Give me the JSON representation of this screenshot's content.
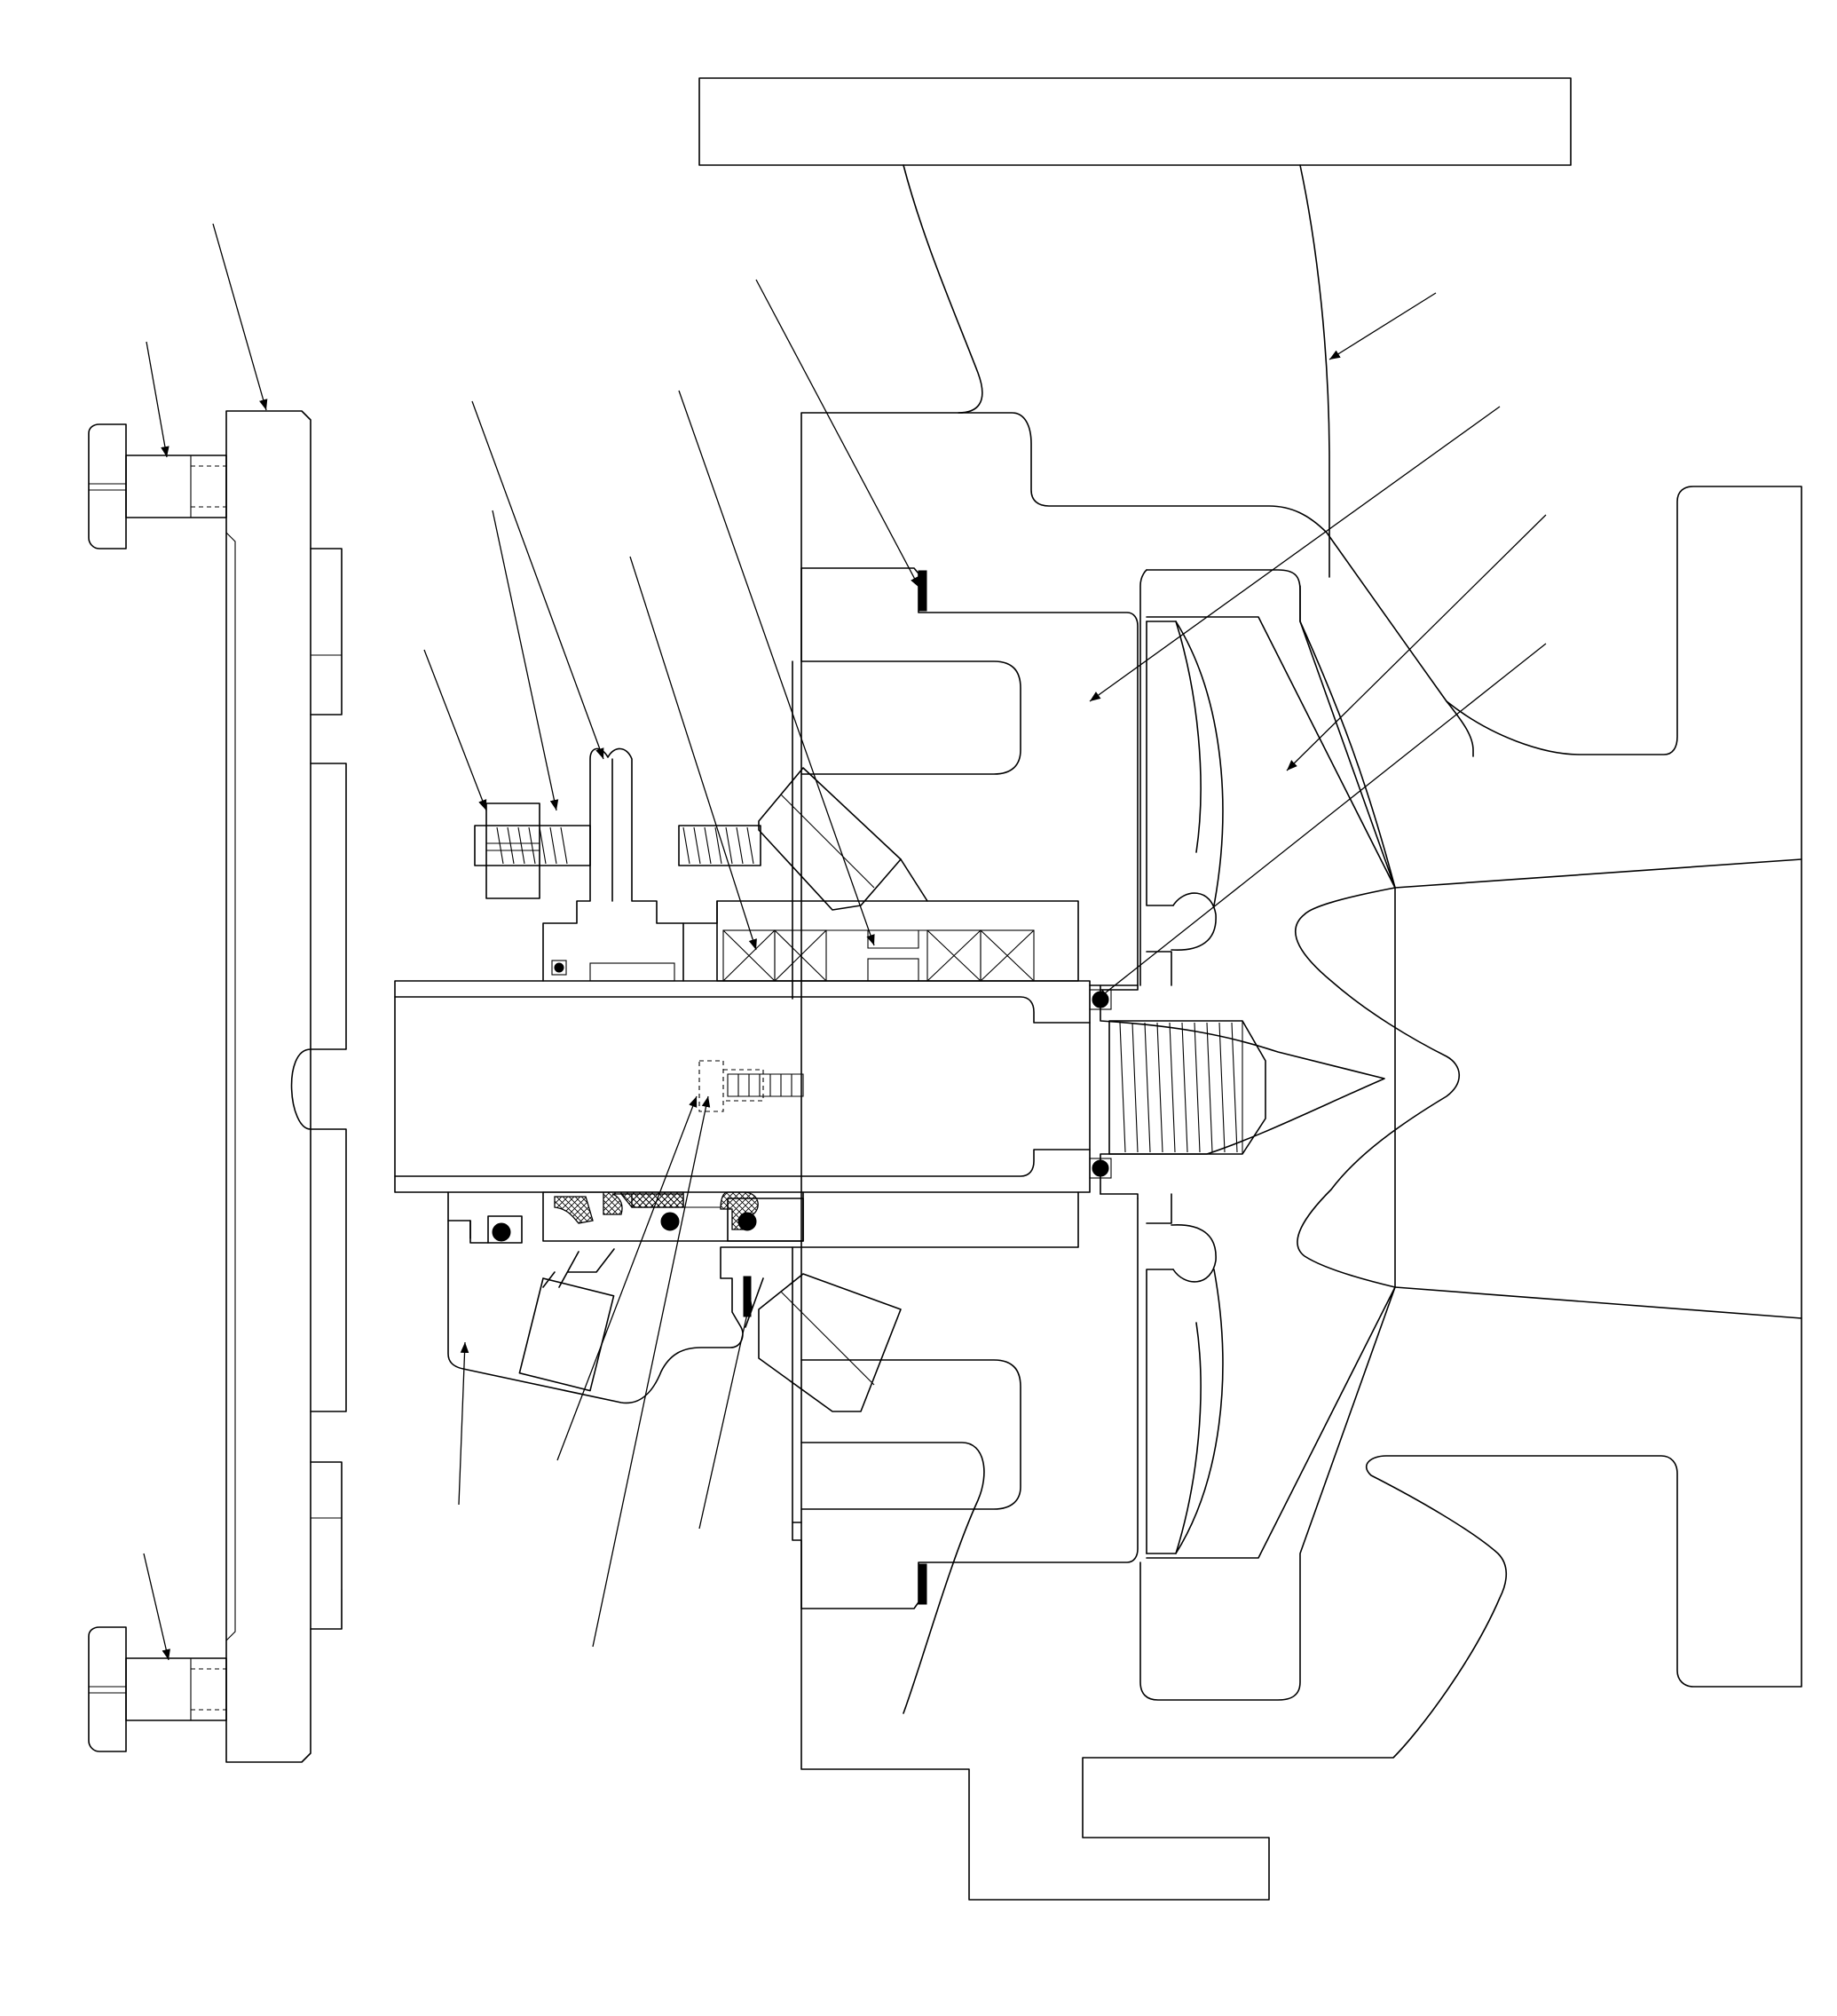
{
  "drawing": {
    "view": "pump-mechanical-seal-cross-section",
    "line_color": "#000000",
    "background_color": "#ffffff",
    "leaders": [
      {
        "name": "leader-flange-bolt-top",
        "target": "bolt-top"
      },
      {
        "name": "leader-cover-plate",
        "target": "cover-plate"
      },
      {
        "name": "leader-gland-stud-nut",
        "target": "gland-nut"
      },
      {
        "name": "leader-gland-stud-thread",
        "target": "gland-stud"
      },
      {
        "name": "leader-gland",
        "target": "gland-plate"
      },
      {
        "name": "leader-packing-ring",
        "target": "packing-ring"
      },
      {
        "name": "leader-lantern-ring",
        "target": "lantern-ring"
      },
      {
        "name": "leader-casing-gasket-top",
        "target": "casing-gasket"
      },
      {
        "name": "leader-casing",
        "target": "volute-casing"
      },
      {
        "name": "leader-casing-cover",
        "target": "casing-cover"
      },
      {
        "name": "leader-impeller",
        "target": "impeller"
      },
      {
        "name": "leader-impeller-o-ring",
        "target": "shaft-o-ring"
      },
      {
        "name": "leader-seal-gland",
        "target": "seal-gland-lower"
      },
      {
        "name": "leader-set-screw",
        "target": "set-screw"
      },
      {
        "name": "leader-shaft-sleeve",
        "target": "shaft-sleeve"
      },
      {
        "name": "leader-gasket-lower",
        "target": "lower-gasket"
      },
      {
        "name": "leader-flange-bolt-bottom",
        "target": "bolt-bottom"
      }
    ]
  }
}
